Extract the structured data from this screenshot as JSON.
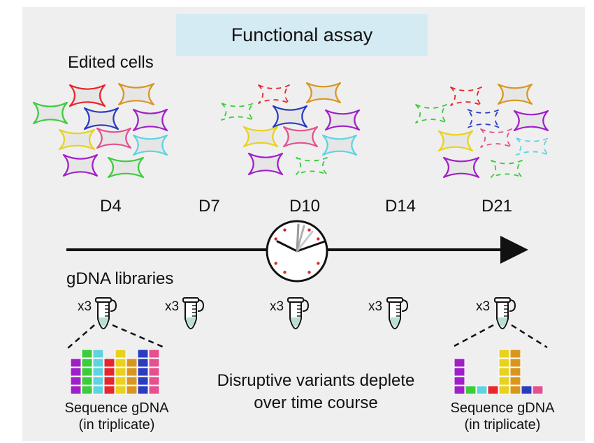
{
  "title": "Functional assay",
  "edited_cells_label": "Edited cells",
  "timepoints": [
    "D4",
    "D7",
    "D10",
    "D14",
    "D21"
  ],
  "gdna_label": "gDNA libraries",
  "replicate_label": "x3",
  "sequence_caption": {
    "line1": "Sequence gDNA",
    "line2": "(in triplicate)"
  },
  "depletion_text": {
    "line1": "Disruptive variants deplete",
    "line2": "over time course"
  },
  "colors": {
    "red": "#e8262b",
    "orange": "#d9961f",
    "green": "#3ccc3c",
    "blue": "#2a3cc0",
    "purple": "#a020c8",
    "yellow": "#e8d21e",
    "pink": "#e5508f",
    "cyan": "#5fd3e0",
    "title_bg": "#d5ebf3",
    "panel_bg": "#efefef"
  }
}
